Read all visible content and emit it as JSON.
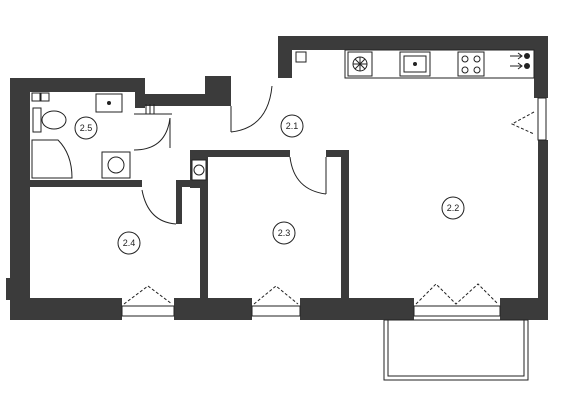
{
  "plan": {
    "rooms": [
      {
        "id": "2.1",
        "label": "2.1"
      },
      {
        "id": "2.2",
        "label": "2.2"
      },
      {
        "id": "2.3",
        "label": "2.3"
      },
      {
        "id": "2.4",
        "label": "2.4"
      },
      {
        "id": "2.5",
        "label": "2.5"
      }
    ],
    "fixtures": [
      "toilet",
      "bathroom-sink",
      "shower",
      "washing-machine",
      "kitchen-sink",
      "stove",
      "heating-boiler",
      "radiator"
    ]
  }
}
